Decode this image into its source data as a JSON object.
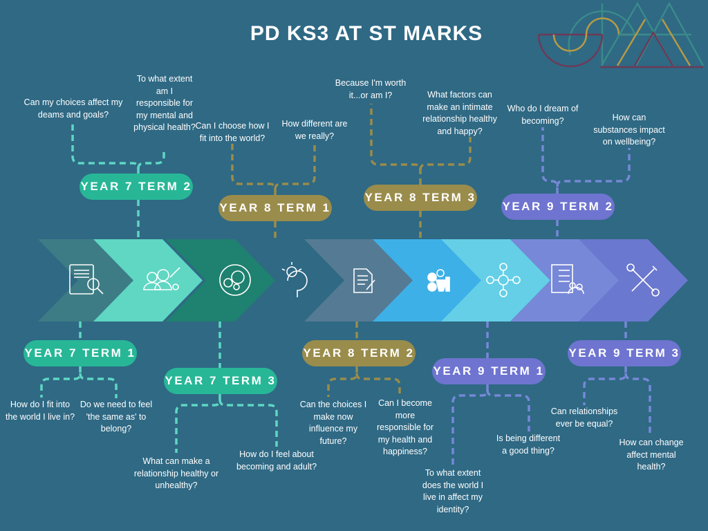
{
  "title": "PD KS3 AT ST MARKS",
  "colors": {
    "background": "#2f6984",
    "year7": "#27b797",
    "year8": "#9a8c4b",
    "year9": "#6e74cf",
    "chevrons": [
      "#3d7c85",
      "#5fd7c3",
      "#1f816f",
      "#557a93",
      "#3db0e8",
      "#64cfe6",
      "#7788d8",
      "#6b78cf"
    ]
  },
  "terms": {
    "y7t1": {
      "label": "YEAR 7 TERM 1",
      "questions": [
        "How do I fit into the world I live in?",
        "Do we need to feel 'the same as' to belong?"
      ]
    },
    "y7t2": {
      "label": "YEAR 7 TERM 2",
      "questions": [
        "Can my choices affect my deams and goals?",
        "To what extent am I responsible for my mental and physical health?"
      ]
    },
    "y7t3": {
      "label": "YEAR 7 TERM 3",
      "questions": [
        "What can make a relationship healthy or unhealthy?",
        "How do I feel about becoming and adult?"
      ]
    },
    "y8t1": {
      "label": "YEAR 8 TERM 1",
      "questions": [
        "Can I choose how I fit into the world?",
        "How different are we really?"
      ]
    },
    "y8t2": {
      "label": "YEAR 8 TERM 2",
      "questions": [
        "Can the choices I make now influence my future?",
        "Can I become more responsible for my health and happiness?"
      ]
    },
    "y8t3": {
      "label": "YEAR 8 TERM 3",
      "questions": [
        "Because I'm worth it...or am I?",
        "What factors can make an intimate relationship healthy and happy?"
      ]
    },
    "y9t1": {
      "label": "YEAR 9 TERM 1",
      "questions": [
        "To what extent does the world I live in affect my identity?",
        "Is being different a good thing?"
      ]
    },
    "y9t2": {
      "label": "YEAR 9 TERM 2",
      "questions": [
        "Who do I dream of becoming?",
        "How can substances impact on wellbeing?"
      ]
    },
    "y9t3": {
      "label": "YEAR 9 TERM 3",
      "questions": [
        "Can relationships ever be equal?",
        "How can change affect mental health?"
      ]
    }
  },
  "icons": [
    "report-search-icon",
    "team-tools-icon",
    "gears-cycle-icon",
    "lightbulb-head-icon",
    "document-pen-icon",
    "gears-idea-icon",
    "decision-network-icon",
    "checklist-team-icon",
    "wrench-screwdriver-icon"
  ]
}
